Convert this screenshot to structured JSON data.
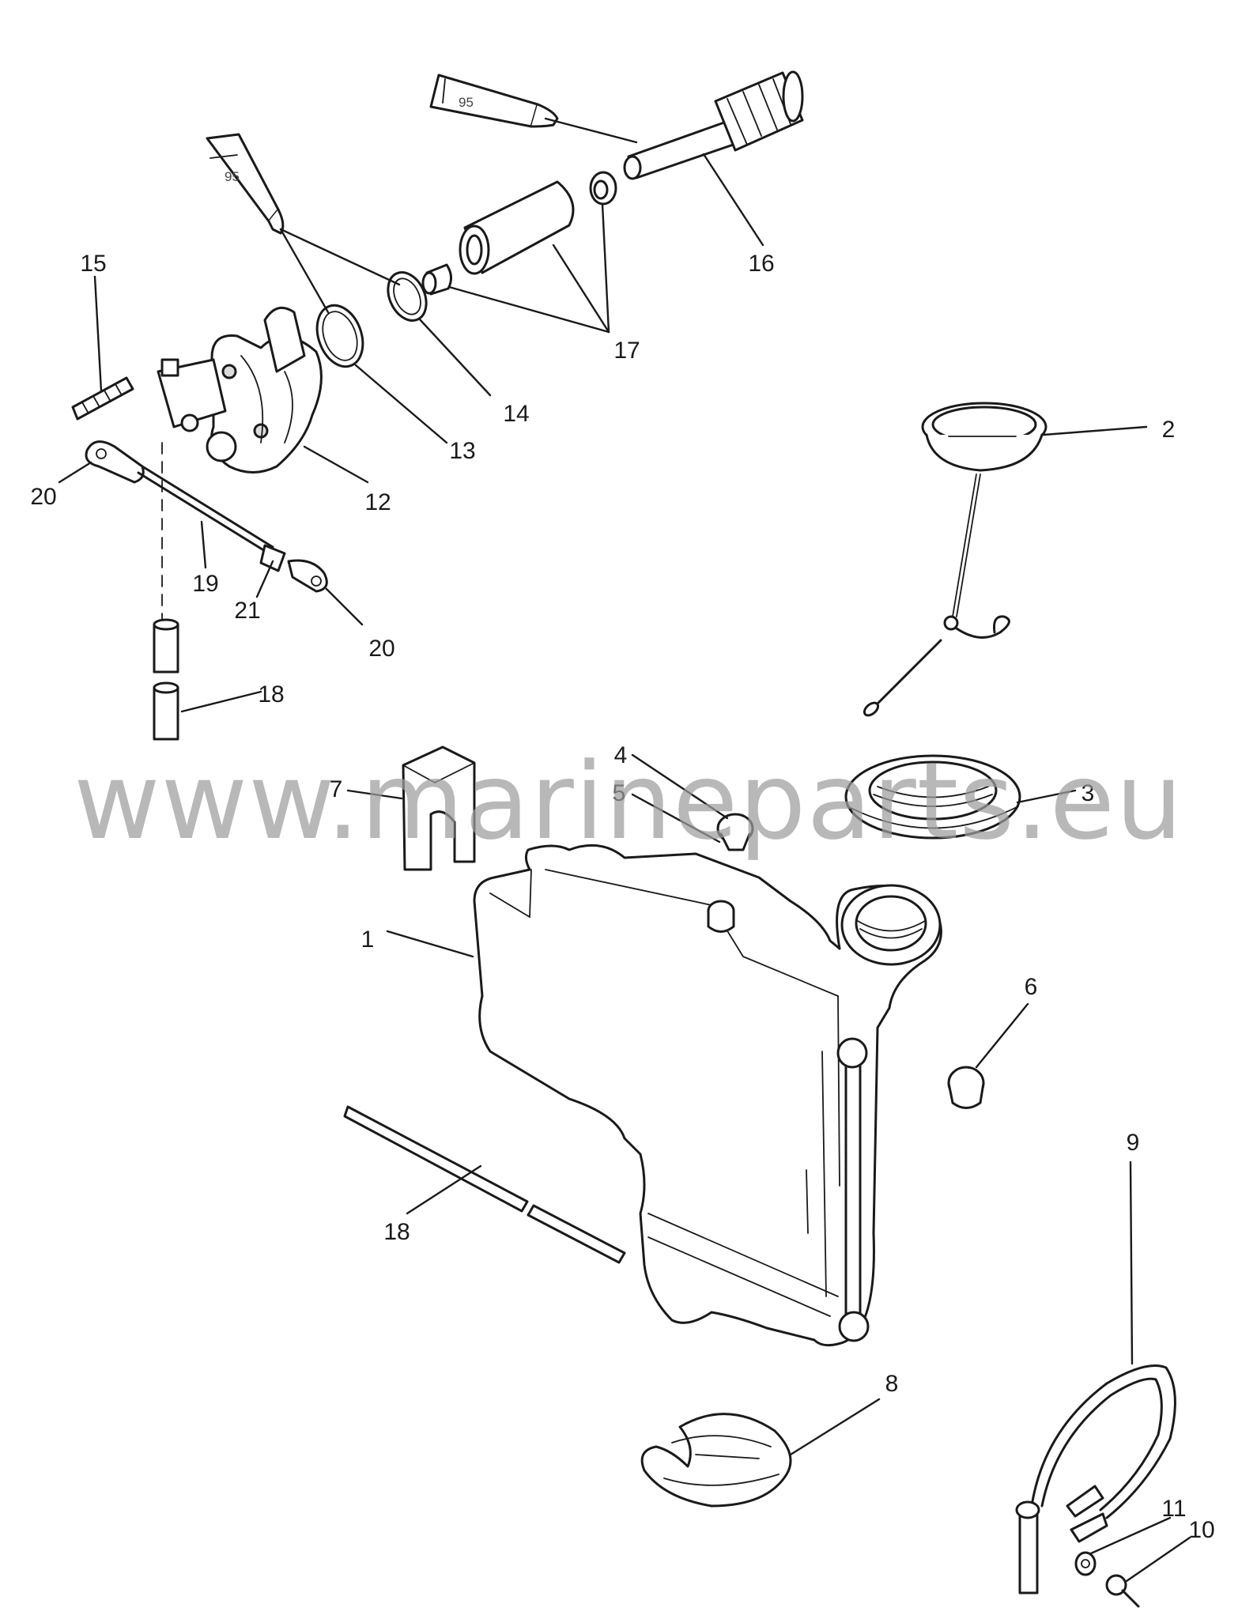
{
  "watermark": "www.marineparts.eu",
  "tubes": {
    "upper": "95",
    "lower": "95"
  },
  "callouts": [
    {
      "id": "c1",
      "label": "1"
    },
    {
      "id": "c2",
      "label": "2"
    },
    {
      "id": "c3",
      "label": "3"
    },
    {
      "id": "c4",
      "label": "4"
    },
    {
      "id": "c5",
      "label": "5"
    },
    {
      "id": "c6",
      "label": "6"
    },
    {
      "id": "c7",
      "label": "7"
    },
    {
      "id": "c8",
      "label": "8"
    },
    {
      "id": "c9",
      "label": "9"
    },
    {
      "id": "c10",
      "label": "10"
    },
    {
      "id": "c11",
      "label": "11"
    },
    {
      "id": "c12",
      "label": "12"
    },
    {
      "id": "c13",
      "label": "13"
    },
    {
      "id": "c14",
      "label": "14"
    },
    {
      "id": "c15",
      "label": "15"
    },
    {
      "id": "c16",
      "label": "16"
    },
    {
      "id": "c17",
      "label": "17"
    },
    {
      "id": "c18a",
      "label": "18"
    },
    {
      "id": "c18b",
      "label": "18"
    },
    {
      "id": "c19",
      "label": "19"
    },
    {
      "id": "c20a",
      "label": "20"
    },
    {
      "id": "c20b",
      "label": "20"
    },
    {
      "id": "c21",
      "label": "21"
    }
  ]
}
